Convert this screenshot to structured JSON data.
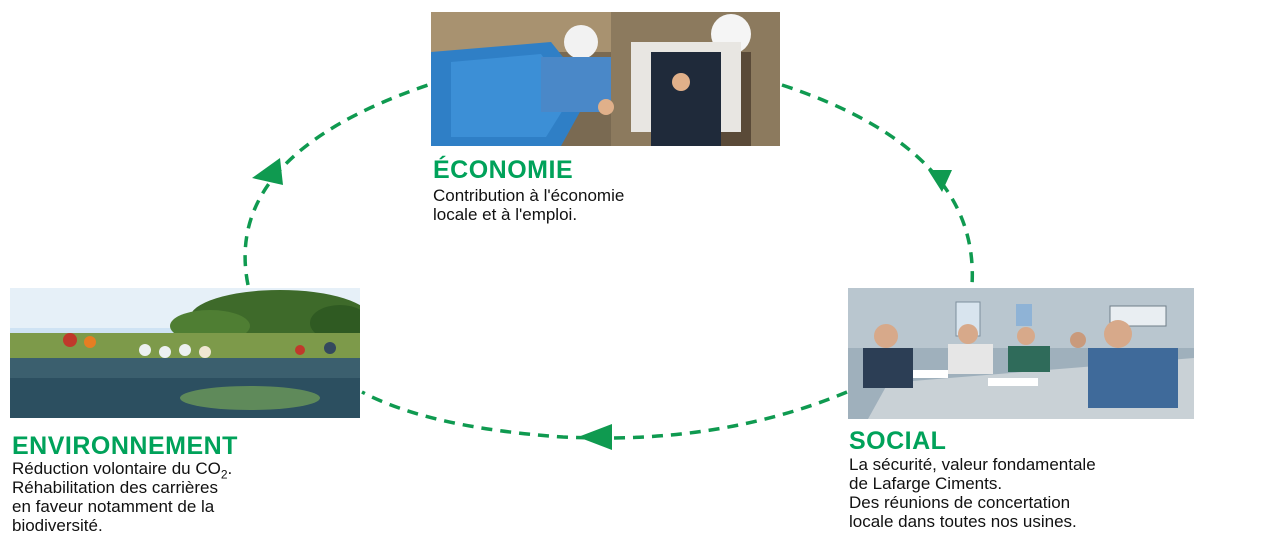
{
  "colors": {
    "accent_green": "#00a25a",
    "arrow_green": "#0f9a50",
    "text": "#111111"
  },
  "economie": {
    "title": "ÉCONOMIE",
    "lines": [
      "Contribution à l'économie",
      "locale et à l'emploi."
    ],
    "photo": "workers-at-machine-photo"
  },
  "social": {
    "title": "SOCIAL",
    "lines": [
      "La sécurité, valeur fondamentale",
      "de Lafarge Ciments.",
      "Des réunions de concertation",
      "locale dans toutes nos usines."
    ],
    "photo": "meeting-room-photo"
  },
  "environnement": {
    "title": "ENVIRONNEMENT",
    "line1_prefix": "Réduction volontaire du CO",
    "line1_sub": "2",
    "line1_suffix": ".",
    "lines": [
      "Réhabilitation des carrières",
      "en faveur notamment de la",
      "biodiversité."
    ],
    "photo": "pond-biodiversity-photo"
  },
  "cycle": {
    "style": "dashed",
    "direction": "clockwise",
    "arrow_count": 3
  }
}
